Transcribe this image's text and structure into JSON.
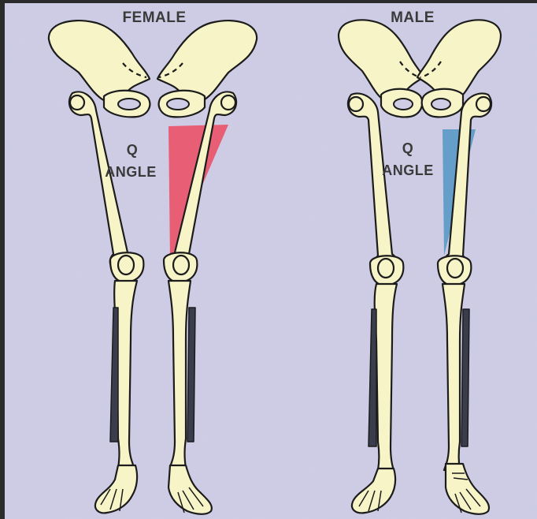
{
  "panels": {
    "female": {
      "title": "FEMALE",
      "label_line1": "Q",
      "label_line2": "ANGLE"
    },
    "male": {
      "title": "MALE",
      "label_line1": "Q",
      "label_line2": "ANGLE"
    }
  },
  "colors": {
    "background_paper": "#cfcde6",
    "frame": "#2b2b2b",
    "bone_fill": "#f7f4c8",
    "bone_outline": "#1c1c1c",
    "female_q_angle": "#e9586f",
    "male_q_angle": "#5f9bc6"
  }
}
